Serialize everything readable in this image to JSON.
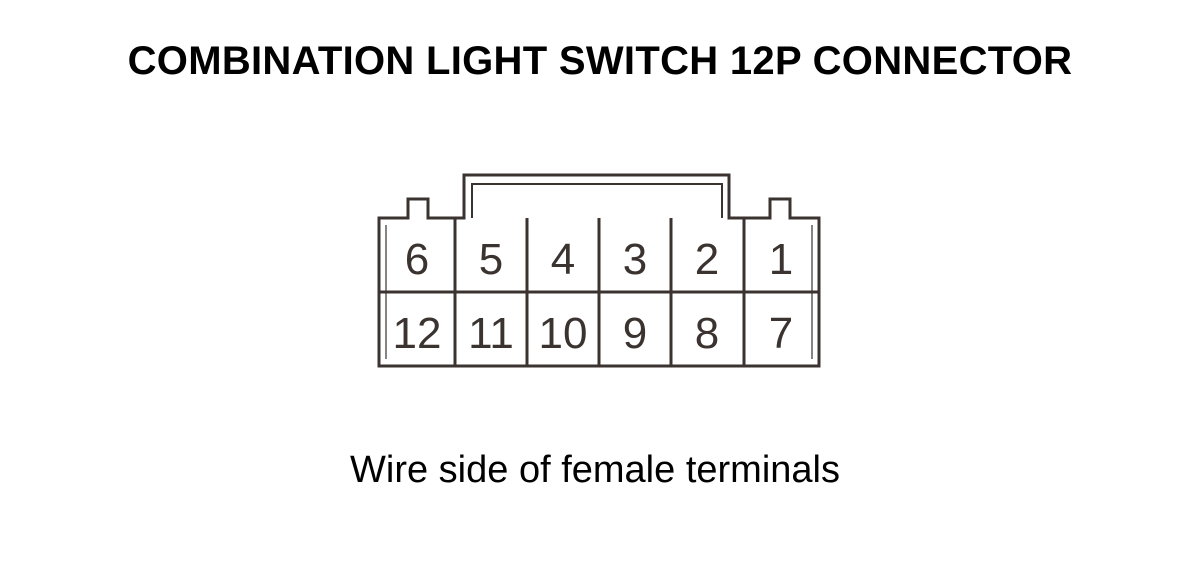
{
  "title": "COMBINATION LIGHT SWITCH 12P CONNECTOR",
  "caption": "Wire side of female terminals",
  "connector": {
    "top_row": [
      "6",
      "5",
      "4",
      "3",
      "2",
      "1"
    ],
    "bottom_row": [
      "12",
      "11",
      "10",
      "9",
      "8",
      "7"
    ]
  },
  "colors": {
    "outline": "#3a3330",
    "text": "#000000"
  }
}
